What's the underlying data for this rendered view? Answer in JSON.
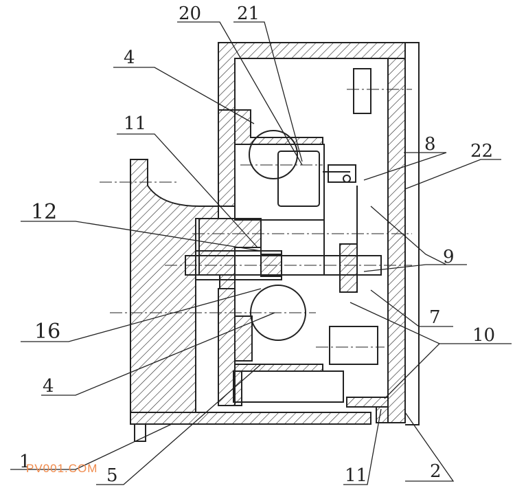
{
  "labels": {
    "l20": "20",
    "l21": "21",
    "l4a": "4",
    "l11a": "11",
    "l8": "8",
    "l22": "22",
    "l12": "12",
    "l9": "9",
    "l16": "16",
    "l7": "7",
    "l10": "10",
    "l4b": "4",
    "l1": "1",
    "l5": "5",
    "l11b": "11",
    "l2": "2"
  },
  "watermark": "PV001.COM",
  "colors": {
    "line": "#222222",
    "watermark": "#f08a4b"
  }
}
